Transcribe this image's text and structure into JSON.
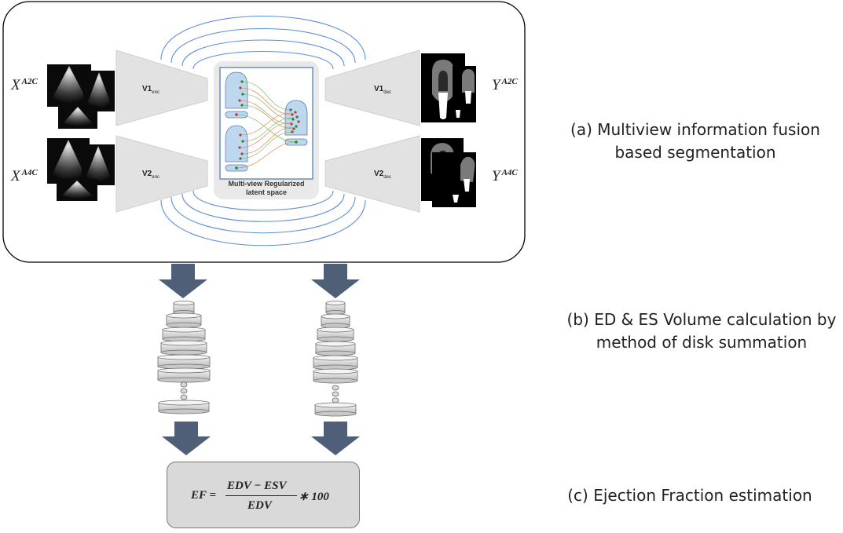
{
  "captions": {
    "a_line1": "(a) Multiview information fusion",
    "a_line2": "based segmentation",
    "b_line1": "(b) ED & ES Volume calculation by",
    "b_line2": "method of disk summation",
    "c_line1": "(c) Ejection Fraction estimation"
  },
  "inputs": {
    "x_a2c_base": "X",
    "x_a2c_sup": "A2C",
    "x_a4c_base": "X",
    "x_a4c_sup": "A4C"
  },
  "outputs": {
    "y_a2c_base": "Y",
    "y_a2c_sup": "A2C",
    "y_a4c_base": "Y",
    "y_a4c_sup": "A4C"
  },
  "networks": {
    "enc1_base": "V1",
    "enc1_sub": "enc",
    "enc2_base": "V2",
    "enc2_sub": "enc",
    "dec1_base": "V1",
    "dec1_sub": "dec",
    "dec2_base": "V2",
    "dec2_sub": "dec"
  },
  "latent": {
    "line1": "Multi-view Regularized",
    "line2": "latent space"
  },
  "formula": {
    "lhs": "EF =",
    "numerator": "EDV  − ESV",
    "denominator": "EDV",
    "factor": "∗ 100"
  },
  "colors": {
    "arrow": "#4f5f78",
    "arc": "#5b8fd9",
    "trap": "#e2e2e2",
    "latent_blue": "#bdd7ee",
    "disk": "#d9d9d9"
  }
}
